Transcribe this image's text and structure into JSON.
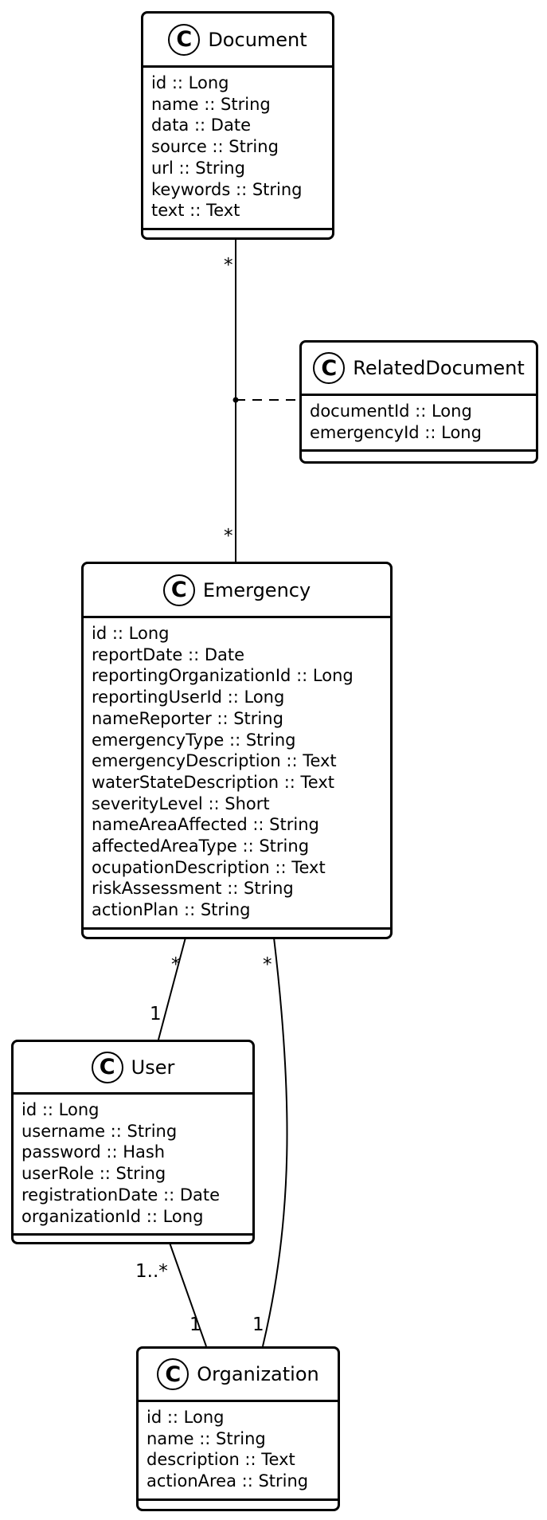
{
  "classes": {
    "document": {
      "badge": "C",
      "name": "Document",
      "attributes": [
        "id :: Long",
        "name :: String",
        "data :: Date",
        "source :: String",
        "url :: String",
        "keywords :: String",
        "text :: Text"
      ]
    },
    "related_document": {
      "badge": "C",
      "name": "RelatedDocument",
      "attributes": [
        "documentId :: Long",
        "emergencyId :: Long"
      ]
    },
    "emergency": {
      "badge": "C",
      "name": "Emergency",
      "attributes": [
        "id :: Long",
        "reportDate :: Date",
        "reportingOrganizationId :: Long",
        "reportingUserId :: Long",
        "nameReporter :: String",
        "emergencyType :: String",
        "emergencyDescription :: Text",
        "waterStateDescription :: Text",
        "severityLevel :: Short",
        "nameAreaAffected :: String",
        "affectedAreaType :: String",
        "ocupationDescription :: Text",
        "riskAssessment :: String",
        "actionPlan :: String"
      ]
    },
    "user": {
      "badge": "C",
      "name": "User",
      "attributes": [
        "id :: Long",
        "username :: String",
        "password :: Hash",
        "userRole :: String",
        "registrationDate :: Date",
        "organizationId :: Long"
      ]
    },
    "organization": {
      "badge": "C",
      "name": "Organization",
      "attributes": [
        "id :: Long",
        "name :: String",
        "description :: Text",
        "actionArea :: String"
      ]
    }
  },
  "multiplicities": {
    "document_emergency_doc_end": "*",
    "document_emergency_emg_end": "*",
    "emergency_user_emg_end": "*",
    "emergency_user_user_end": "1",
    "emergency_org_emg_end": "*",
    "emergency_org_org_end": "1",
    "user_org_user_end": "1..*",
    "user_org_org_end": "1"
  }
}
